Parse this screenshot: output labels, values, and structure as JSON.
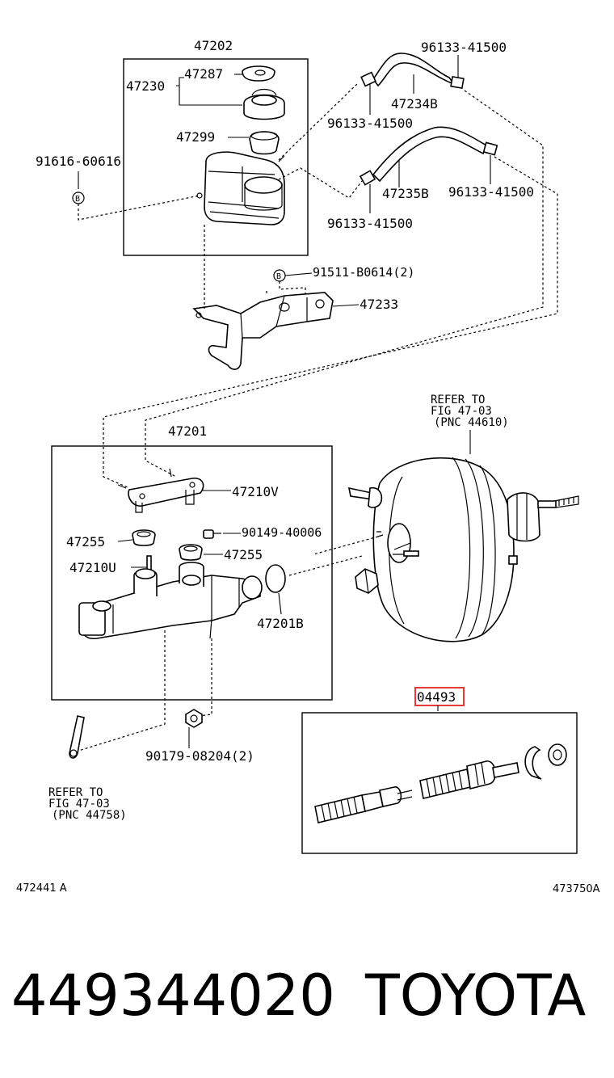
{
  "labels": {
    "p47202": "47202",
    "p47287": "47287",
    "p47230": "47230",
    "p47299": "47299",
    "p91616": "91616-60616",
    "p96133_top": "96133-41500",
    "p47234B": "47234B",
    "p96133_left": "96133-41500",
    "p47235B": "47235B",
    "p96133_right": "96133-41500",
    "p96133_lower": "96133-41500",
    "p91511": "91511-B0614(2)",
    "p47233": "47233",
    "p47201": "47201",
    "p47210V": "47210V",
    "p90149": "90149-40006",
    "p47255_left": "47255",
    "p47255_right": "47255",
    "p47210U": "47210U",
    "p47201B": "47201B",
    "p04493": "04493",
    "p90179": "90179-08204(2)"
  },
  "callout_b": "B",
  "refer_booster": {
    "line1": "REFER TO",
    "line2": "FIG 47-03",
    "line3": "(PNC 44610)"
  },
  "refer_pedal": {
    "line1": "REFER TO",
    "line2": "FIG 47-03",
    "line3": "(PNC 44758)"
  },
  "fig_code_left": "472441 A",
  "fig_code_right": "473750A",
  "footer": {
    "part_number": "449344020",
    "brand": "TOYOTA"
  },
  "highlight_color": "#e53935"
}
